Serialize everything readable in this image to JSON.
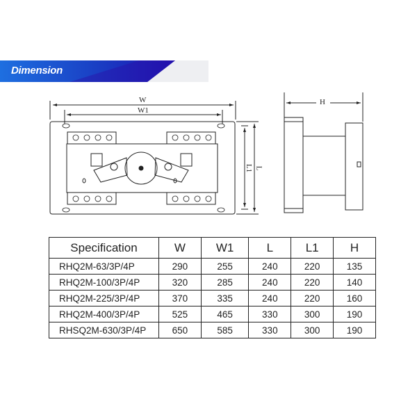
{
  "header": {
    "title": "Dimension",
    "accent_color": "#1a3fc4"
  },
  "drawing": {
    "front_labels": {
      "w": "W",
      "w1": "W1",
      "l": "L",
      "l1": "L1"
    },
    "side_labels": {
      "h": "H"
    }
  },
  "table": {
    "columns": [
      "Specification",
      "W",
      "W1",
      "L",
      "L1",
      "H"
    ],
    "rows": [
      [
        "RHQ2M-63/3P/4P",
        "290",
        "255",
        "240",
        "220",
        "135"
      ],
      [
        "RHQ2M-100/3P/4P",
        "320",
        "285",
        "240",
        "220",
        "140"
      ],
      [
        "RHQ2M-225/3P/4P",
        "370",
        "335",
        "240",
        "220",
        "160"
      ],
      [
        "RHQ2M-400/3P/4P",
        "525",
        "465",
        "330",
        "300",
        "190"
      ],
      [
        "RHSQ2M-630/3P/4P",
        "650",
        "585",
        "330",
        "300",
        "190"
      ]
    ]
  }
}
